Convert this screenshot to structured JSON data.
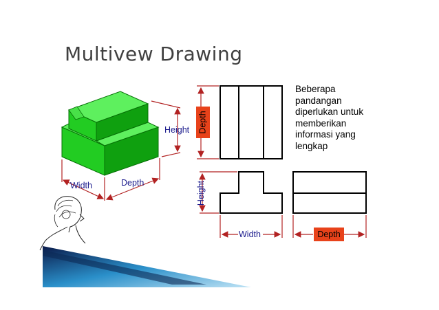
{
  "slide": {
    "title": "Multivew Drawing",
    "description_lines": [
      "Beberapa",
      "pandangan",
      "diperlukan untuk",
      "memberikan",
      "informasi yang",
      "lengkap"
    ]
  },
  "isometric": {
    "labels": {
      "width": "Width",
      "depth": "Depth",
      "height": "Height"
    },
    "colors": {
      "top": "#5ef05e",
      "left": "#22cc22",
      "right": "#0fa00f",
      "dim": "#b22222"
    }
  },
  "views": {
    "top_view_label": "Depth",
    "front_height_label": "Height",
    "front_width_label": "Width",
    "side_depth_label": "Depth",
    "colors": {
      "highlight": "#e8421a",
      "dim": "#b22222"
    }
  }
}
